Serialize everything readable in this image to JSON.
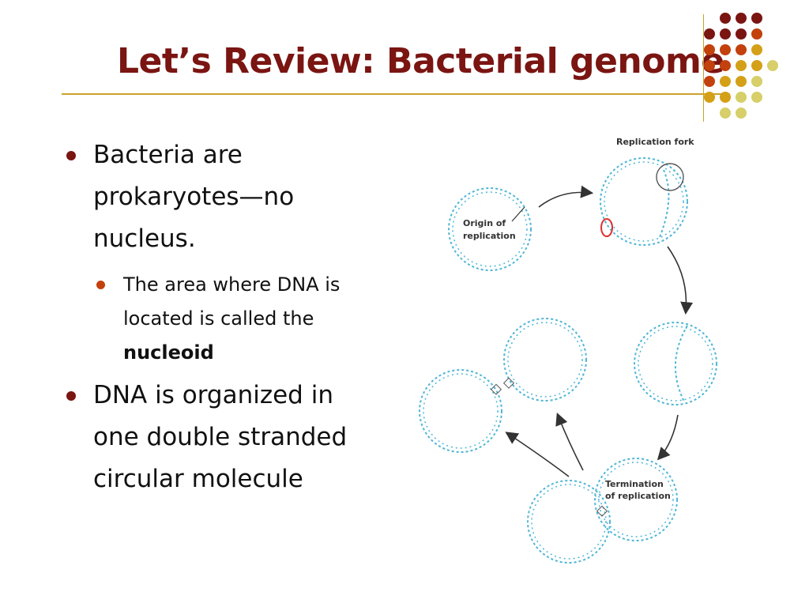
{
  "slide": {
    "title": "Let’s Review:  Bacterial genome",
    "bullets": [
      {
        "text": "Bacteria are prokaryotes—no nucleus."
      },
      {
        "sub": {
          "prefix": "The area where DNA is located is called the ",
          "bold": "nucleoid"
        }
      },
      {
        "text": "DNA is organized in one double stranded circular molecule"
      }
    ]
  },
  "diagram": {
    "labels": {
      "replication_fork": "Replication fork",
      "origin_line1": "Origin of",
      "origin_line2": "replication",
      "termination_line1": "Termination",
      "termination_line2": "of replication"
    }
  },
  "colors": {
    "title": "#7a1512",
    "accent_rule": "#c9a32c",
    "dna_strand": "#4fb6d6",
    "origin_marker": "#e03131",
    "dot_palette": [
      "#7a1512",
      "#c2410c",
      "#d4a017",
      "#d6cf6a"
    ]
  }
}
